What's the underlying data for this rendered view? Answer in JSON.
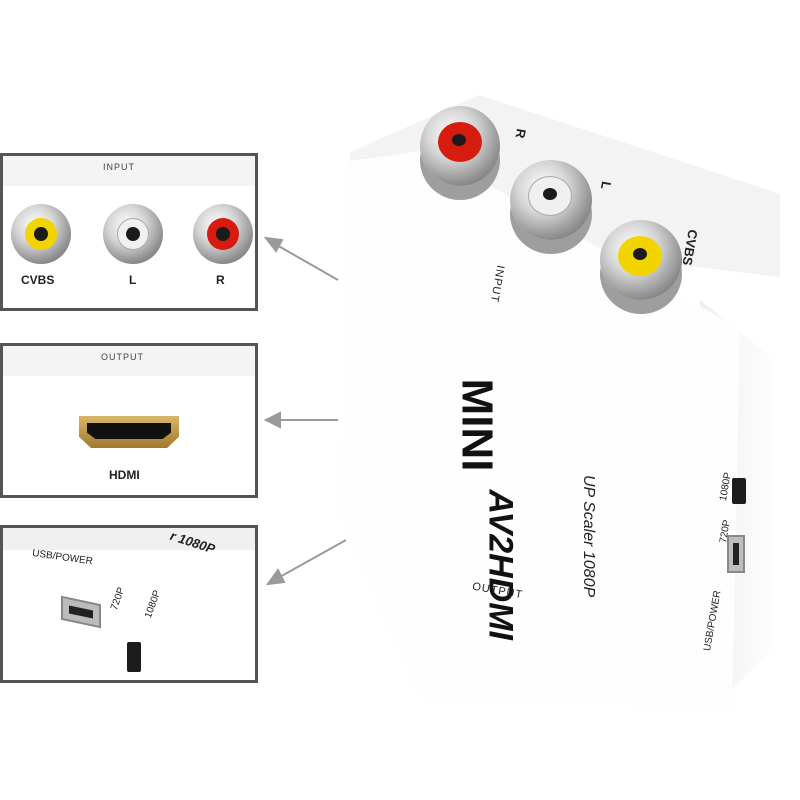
{
  "panels": {
    "input": {
      "title": "INPUT",
      "ports": [
        {
          "label": "CVBS",
          "color": "#f2d400"
        },
        {
          "label": "L",
          "color": "#f0f0f0"
        },
        {
          "label": "R",
          "color": "#d61b0f"
        }
      ]
    },
    "output": {
      "title": "OUTPUT",
      "port_label": "HDMI"
    },
    "side": {
      "usb_label": "USB/POWER",
      "switch_720": "720P",
      "switch_1080": "1080P",
      "scaler_fragment": "r 1080P"
    }
  },
  "device": {
    "brand": "MINI",
    "model": "AV2HDMI",
    "subtitle": "UP Scaler 1080P",
    "input_label": "INPUT",
    "output_label": "OUTPUT",
    "top_labels": {
      "r": "R",
      "l": "L",
      "cvbs": "CVBS"
    },
    "side_usb_label": "USB/POWER",
    "side_720": "720P",
    "side_1080": "1080P",
    "colors": {
      "body": "#ffffff",
      "red": "#d61b0f",
      "white": "#f0f0f0",
      "yellow": "#f2d400"
    }
  }
}
